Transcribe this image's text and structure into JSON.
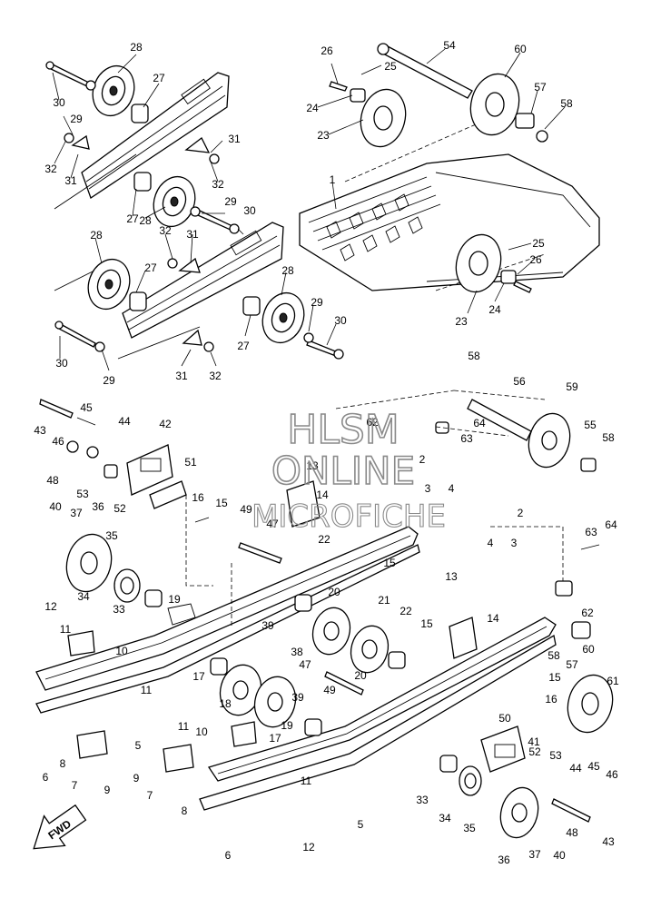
{
  "watermark": {
    "line1": "HLSM",
    "line2": "ONLINE",
    "line3": "MICROFICHE"
  },
  "fwd_label": "FWD",
  "callouts": {
    "c1": "1",
    "c2a": "2",
    "c2b": "2",
    "c3a": "3",
    "c3b": "3",
    "c4a": "4",
    "c4b": "4",
    "c5a": "5",
    "c5b": "5",
    "c6a": "6",
    "c6b": "6",
    "c7a": "7",
    "c7b": "7",
    "c8a": "8",
    "c8b": "8",
    "c9a": "9",
    "c9b": "9",
    "c10a": "10",
    "c10b": "10",
    "c11a": "11",
    "c11b": "11",
    "c11c": "11",
    "c11d": "11",
    "c12a": "12",
    "c12b": "12",
    "c13a": "13",
    "c13b": "13",
    "c14a": "14",
    "c14b": "14",
    "c15a": "15",
    "c15b": "15",
    "c15c": "15",
    "c15d": "15",
    "c16a": "16",
    "c16b": "16",
    "c17a": "17",
    "c17b": "17",
    "c18": "18",
    "c19a": "19",
    "c19b": "19",
    "c20a": "20",
    "c20b": "20",
    "c21": "21",
    "c22a": "22",
    "c22b": "22",
    "c23a": "23",
    "c23b": "23",
    "c24a": "24",
    "c24b": "24",
    "c25a": "25",
    "c25b": "25",
    "c26a": "26",
    "c26b": "26",
    "c27a": "27",
    "c27b": "27",
    "c27c": "27",
    "c27d": "27",
    "c28a": "28",
    "c28b": "28",
    "c28c": "28",
    "c28d": "28",
    "c29a": "29",
    "c29b": "29",
    "c29c": "29",
    "c29d": "29",
    "c30a": "30",
    "c30b": "30",
    "c30c": "30",
    "c30d": "30",
    "c31a": "31",
    "c31b": "31",
    "c31c": "31",
    "c31d": "31",
    "c32a": "32",
    "c32b": "32",
    "c32c": "32",
    "c32d": "32",
    "c33a": "33",
    "c33b": "33",
    "c34a": "34",
    "c34b": "34",
    "c35a": "35",
    "c35b": "35",
    "c36a": "36",
    "c36b": "36",
    "c37a": "37",
    "c37b": "37",
    "c38": "38",
    "c39a": "39",
    "c39b": "39",
    "c40a": "40",
    "c40b": "40",
    "c41": "41",
    "c42": "42",
    "c43a": "43",
    "c43b": "43",
    "c44a": "44",
    "c44b": "44",
    "c45a": "45",
    "c45b": "45",
    "c46a": "46",
    "c46b": "46",
    "c47a": "47",
    "c47b": "47",
    "c48a": "48",
    "c48b": "48",
    "c49a": "49",
    "c49b": "49",
    "c50": "50",
    "c51": "51",
    "c52a": "52",
    "c52b": "52",
    "c53a": "53",
    "c53b": "53",
    "c54": "54",
    "c55": "55",
    "c56": "56",
    "c57a": "57",
    "c57b": "57",
    "c58a": "58",
    "c58b": "58",
    "c58c": "58",
    "c59": "59",
    "c60a": "60",
    "c60b": "60",
    "c61": "61",
    "c62a": "62",
    "c62b": "62",
    "c63a": "63",
    "c63b": "63",
    "c64a": "64",
    "c64b": "64"
  }
}
